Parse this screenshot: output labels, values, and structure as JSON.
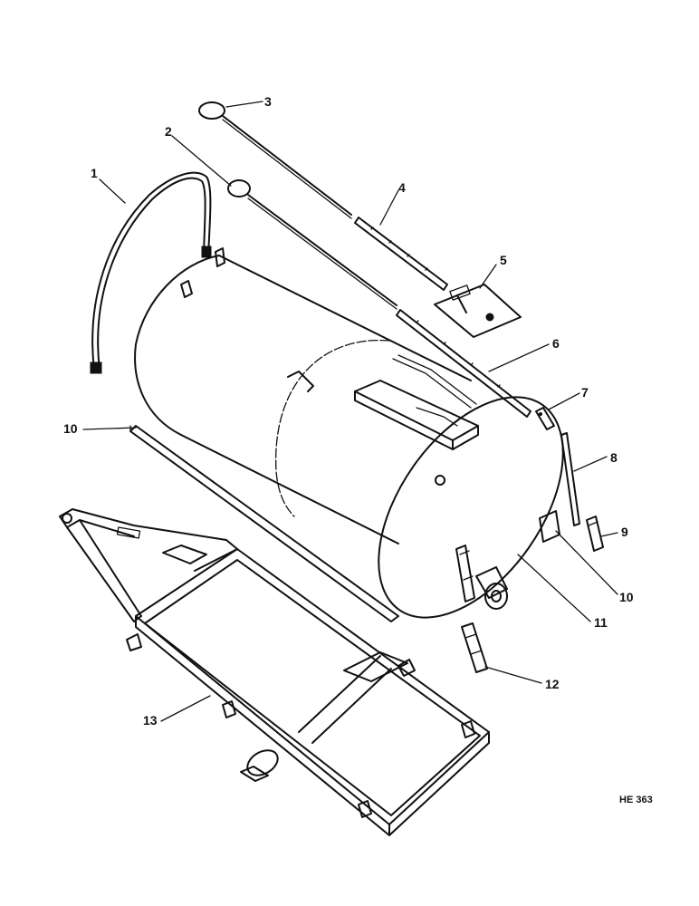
{
  "callouts": [
    {
      "id": "1",
      "label": "1"
    },
    {
      "id": "2",
      "label": "2"
    },
    {
      "id": "3",
      "label": "3"
    },
    {
      "id": "4",
      "label": "4"
    },
    {
      "id": "5",
      "label": "5"
    },
    {
      "id": "6",
      "label": "6"
    },
    {
      "id": "7",
      "label": "7"
    },
    {
      "id": "8",
      "label": "8"
    },
    {
      "id": "9",
      "label": "9"
    },
    {
      "id": "10a",
      "label": "10"
    },
    {
      "id": "10b",
      "label": "10"
    },
    {
      "id": "11",
      "label": "11"
    },
    {
      "id": "12",
      "label": "12"
    },
    {
      "id": "13",
      "label": "13"
    }
  ],
  "reference_code": "HE 363"
}
